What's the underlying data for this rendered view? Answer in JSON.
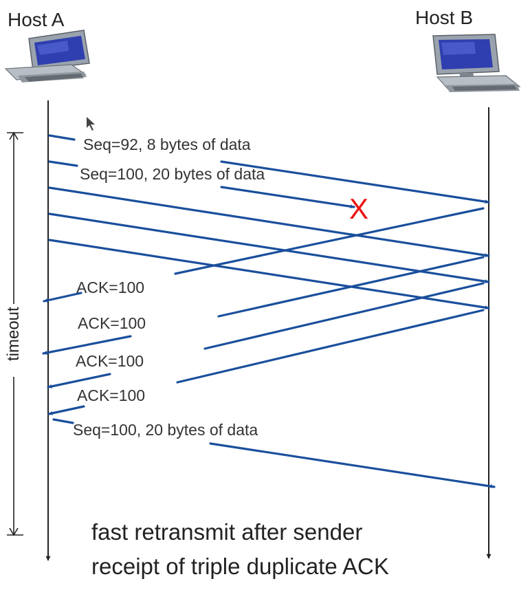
{
  "hosts": {
    "a": "Host A",
    "b": "Host B"
  },
  "timer": {
    "label": "timeout"
  },
  "messages": {
    "seq92": "Seq=92, 8 bytes of data",
    "seq100": "Seq=100, 20 bytes of data",
    "ack1": "ACK=100",
    "ack2": "ACK=100",
    "ack3": "ACK=100",
    "ack4": "ACK=100",
    "retransmit": "Seq=100, 20 bytes of data"
  },
  "loss_marker": "X",
  "caption": {
    "line1": "fast retransmit after sender",
    "line2": "receipt of triple duplicate ACK"
  },
  "colors": {
    "arrow": "#1a4f9c",
    "timeline": "#222222",
    "loss": "#ee1111"
  }
}
